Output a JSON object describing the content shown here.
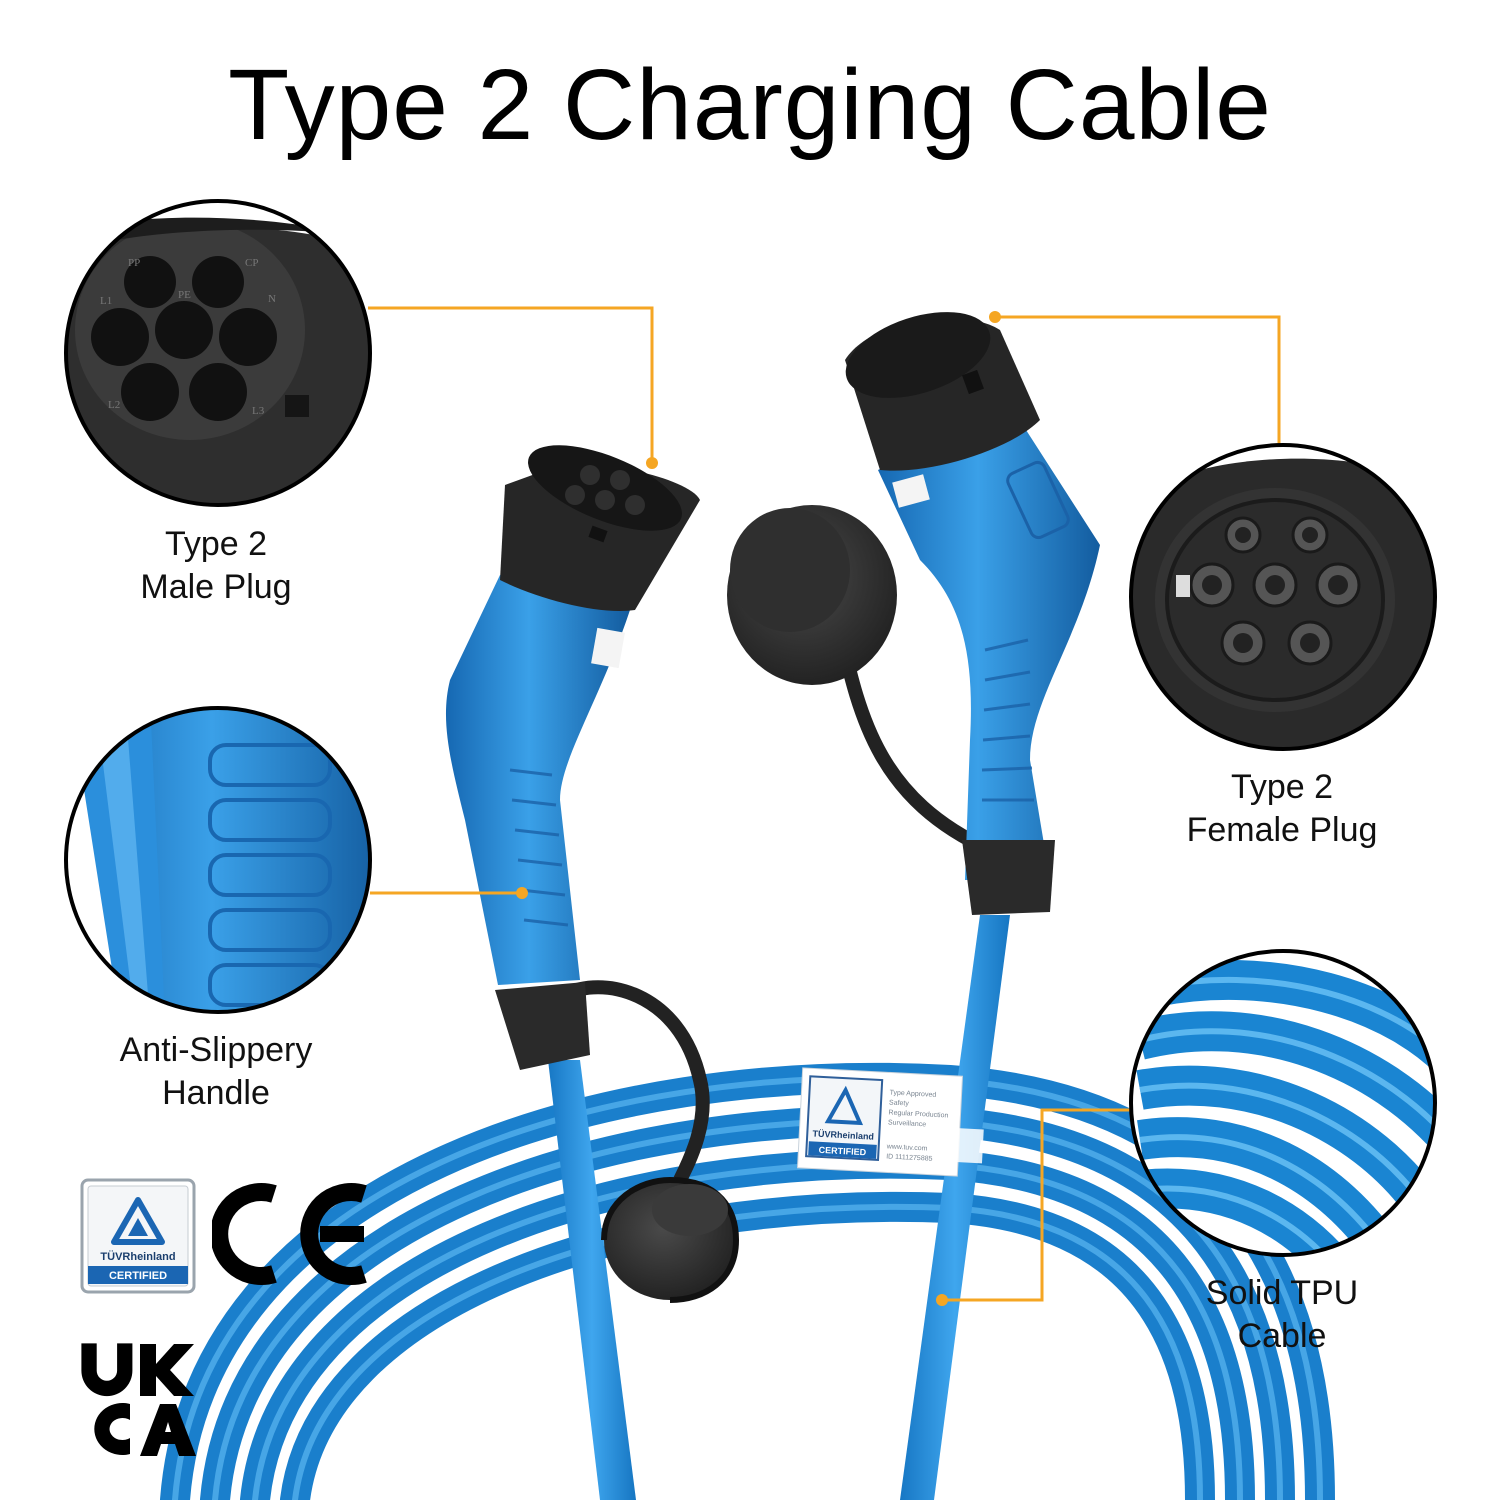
{
  "title": "Type 2 Charging Cable",
  "callouts": {
    "male_plug": [
      "Type 2",
      "Male Plug"
    ],
    "female_plug": [
      "Type 2",
      "Female Plug"
    ],
    "handle": [
      "Anti-Slippery",
      "Handle"
    ],
    "cable": [
      "Solid TPU",
      "Cable"
    ]
  },
  "male_pins": [
    "PP",
    "CP",
    "L1",
    "PE",
    "N",
    "L2",
    "L3"
  ],
  "certifications": {
    "tuv_brand": "TÜVRheinland",
    "tuv_status": "CERTIFIED",
    "ce": "CE",
    "ukca": [
      "UK",
      "CA"
    ]
  },
  "cable_tag": {
    "brand": "TÜVRheinland",
    "status": "CERTIFIED",
    "lines": [
      "Type Approved",
      "Safety",
      "Regular Production",
      "Surveillance"
    ],
    "url": "www.tuv.com",
    "id": "ID 1111275885"
  },
  "colors": {
    "cable_blue": "#1e8bd6",
    "plug_blue": "#2a86d0",
    "callout_line": "#f5a623",
    "plug_black": "#2b2b2b"
  }
}
